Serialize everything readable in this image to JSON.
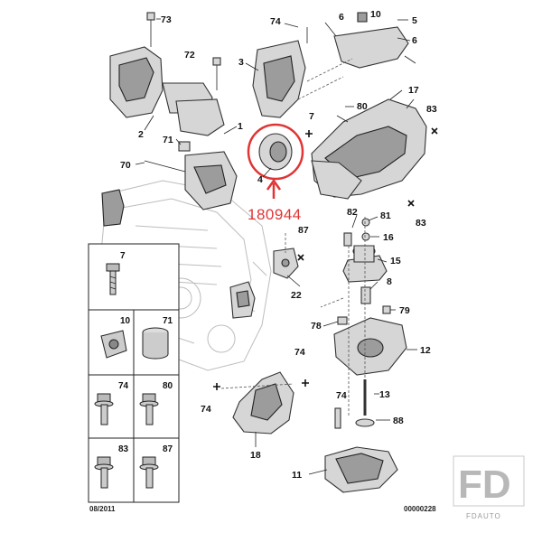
{
  "callouts": [
    {
      "id": "c73",
      "label": "73"
    },
    {
      "id": "c74a",
      "label": "74"
    },
    {
      "id": "c6a",
      "label": "6"
    },
    {
      "id": "c10a",
      "label": "10"
    },
    {
      "id": "c5",
      "label": "5"
    },
    {
      "id": "c6b",
      "label": "6"
    },
    {
      "id": "c72",
      "label": "72"
    },
    {
      "id": "c3",
      "label": "3"
    },
    {
      "id": "c80a",
      "label": "80"
    },
    {
      "id": "c17",
      "label": "17"
    },
    {
      "id": "c83a",
      "label": "83"
    },
    {
      "id": "c7a",
      "label": "7"
    },
    {
      "id": "c2",
      "label": "2"
    },
    {
      "id": "c1",
      "label": "1"
    },
    {
      "id": "c71a",
      "label": "71"
    },
    {
      "id": "c70",
      "label": "70"
    },
    {
      "id": "c4",
      "label": "4"
    },
    {
      "id": "c82",
      "label": "82"
    },
    {
      "id": "c81",
      "label": "81"
    },
    {
      "id": "c83b",
      "label": "83"
    },
    {
      "id": "c87a",
      "label": "87"
    },
    {
      "id": "c16",
      "label": "16"
    },
    {
      "id": "c15",
      "label": "15"
    },
    {
      "id": "c8",
      "label": "8"
    },
    {
      "id": "c22",
      "label": "22"
    },
    {
      "id": "c79",
      "label": "79"
    },
    {
      "id": "c78",
      "label": "78"
    },
    {
      "id": "c12",
      "label": "12"
    },
    {
      "id": "c74b",
      "label": "74"
    },
    {
      "id": "c74c",
      "label": "74"
    },
    {
      "id": "c13",
      "label": "13"
    },
    {
      "id": "c74d",
      "label": "74"
    },
    {
      "id": "c88",
      "label": "88"
    },
    {
      "id": "c18",
      "label": "18"
    },
    {
      "id": "c11",
      "label": "11"
    }
  ],
  "highlight_code": "180944",
  "inset": {
    "cells": [
      {
        "label": "7",
        "icon": "bolt-icon"
      },
      {
        "label": "10",
        "icon": "nut-plate-icon"
      },
      {
        "label": "71",
        "icon": "bushing-icon"
      },
      {
        "label": "74",
        "icon": "flange-bolt-icon"
      },
      {
        "label": "80",
        "icon": "flange-bolt-icon"
      },
      {
        "label": "83",
        "icon": "flange-bolt-icon"
      },
      {
        "label": "87",
        "icon": "flange-bolt-icon"
      }
    ],
    "date": "08/2011"
  },
  "figure_ref": "00000228",
  "watermark": {
    "mark": "FD",
    "brand": "FDAUTO"
  },
  "colors": {
    "highlight": "#e03535",
    "ink": "#111111",
    "watermark": "#b8b8b8"
  }
}
